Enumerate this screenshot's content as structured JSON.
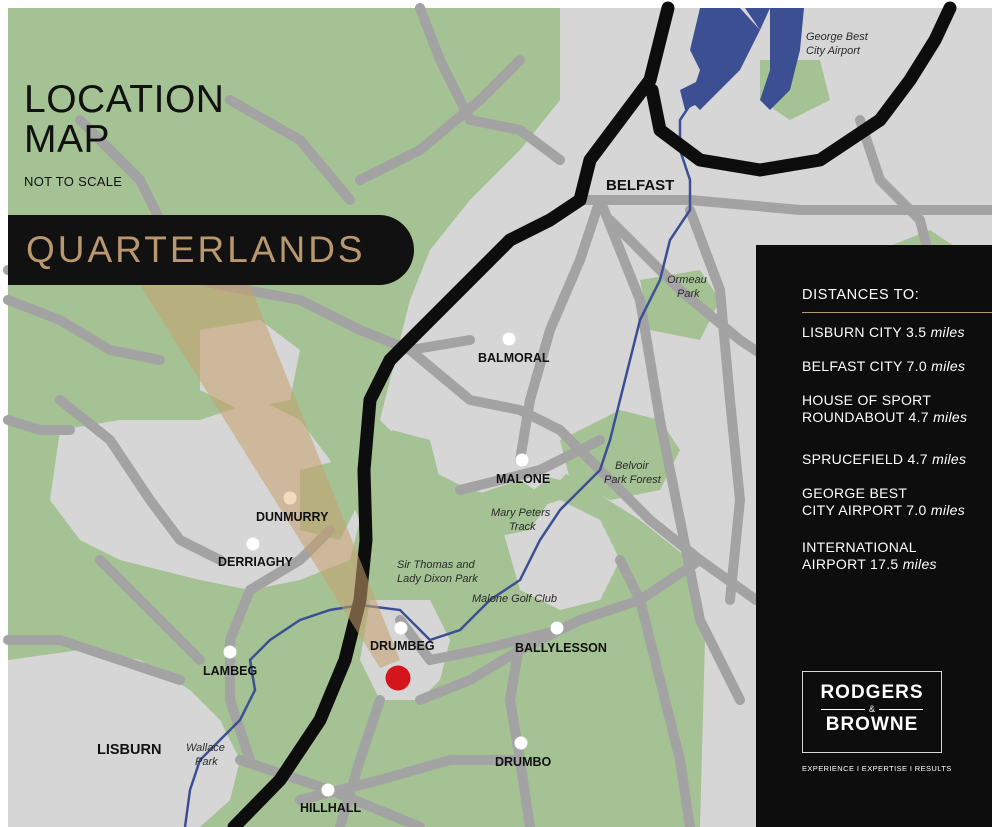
{
  "title": {
    "line1": "LOCATION",
    "line2": "MAP",
    "subtitle": "NOT TO SCALE"
  },
  "banner": {
    "text": "QUARTERLANDS"
  },
  "places": {
    "belfast": "BELFAST",
    "balmoral": "BALMORAL",
    "malone": "MALONE",
    "dunmurry": "DUNMURRY",
    "derriaghy": "DERRIAGHY",
    "drumbeg": "DRUMBEG",
    "ballylesson": "BALLYLESSON",
    "lambeg": "LAMBEG",
    "lisburn": "LISBURN",
    "drumbo": "DRUMBO",
    "hillhall": "HILLHALL"
  },
  "parks": {
    "airport_l1": "George Best",
    "airport_l2": "City Airport",
    "ormeau_l1": "Ormeau",
    "ormeau_l2": "Park",
    "belvoir_l1": "Belvoir",
    "belvoir_l2": "Park Forest",
    "marypeters_l1": "Mary Peters",
    "marypeters_l2": "Track",
    "dixon_l1": "Sir Thomas and",
    "dixon_l2": "Lady Dixon Park",
    "golf": "Malone Golf Club",
    "wallace_l1": "Wallace",
    "wallace_l2": "Park"
  },
  "distances": {
    "heading": "DISTANCES TO:",
    "items": [
      {
        "lines": [
          "LISBURN CITY"
        ],
        "value": "3.5",
        "unit": "miles"
      },
      {
        "lines": [
          "BELFAST CITY"
        ],
        "value": "7.0",
        "unit": "miles"
      },
      {
        "lines": [
          "HOUSE OF SPORT",
          "ROUNDABOUT"
        ],
        "value": "4.7",
        "unit": "miles"
      },
      {
        "lines": [
          "SPRUCEFIELD"
        ],
        "value": "4.7",
        "unit": "miles"
      },
      {
        "lines": [
          "GEORGE BEST",
          "CITY AIRPORT"
        ],
        "value": "7.0",
        "unit": "miles"
      },
      {
        "lines": [
          "INTERNATIONAL",
          "AIRPORT"
        ],
        "value": "17.5",
        "unit": "miles"
      }
    ]
  },
  "logo": {
    "line1": "RODGERS",
    "amp": "&",
    "line2": "BROWNE",
    "tagline": "EXPERIENCE  I  EXPERTISE  I  RESULTS"
  },
  "colors": {
    "green": "#a4c294",
    "urban": "#d6d6d6",
    "road": "#a3a3a3",
    "motorway": "#0d0d0d",
    "river": "#3d4f93",
    "gold": "#b99870",
    "marker": "#d4161c"
  }
}
